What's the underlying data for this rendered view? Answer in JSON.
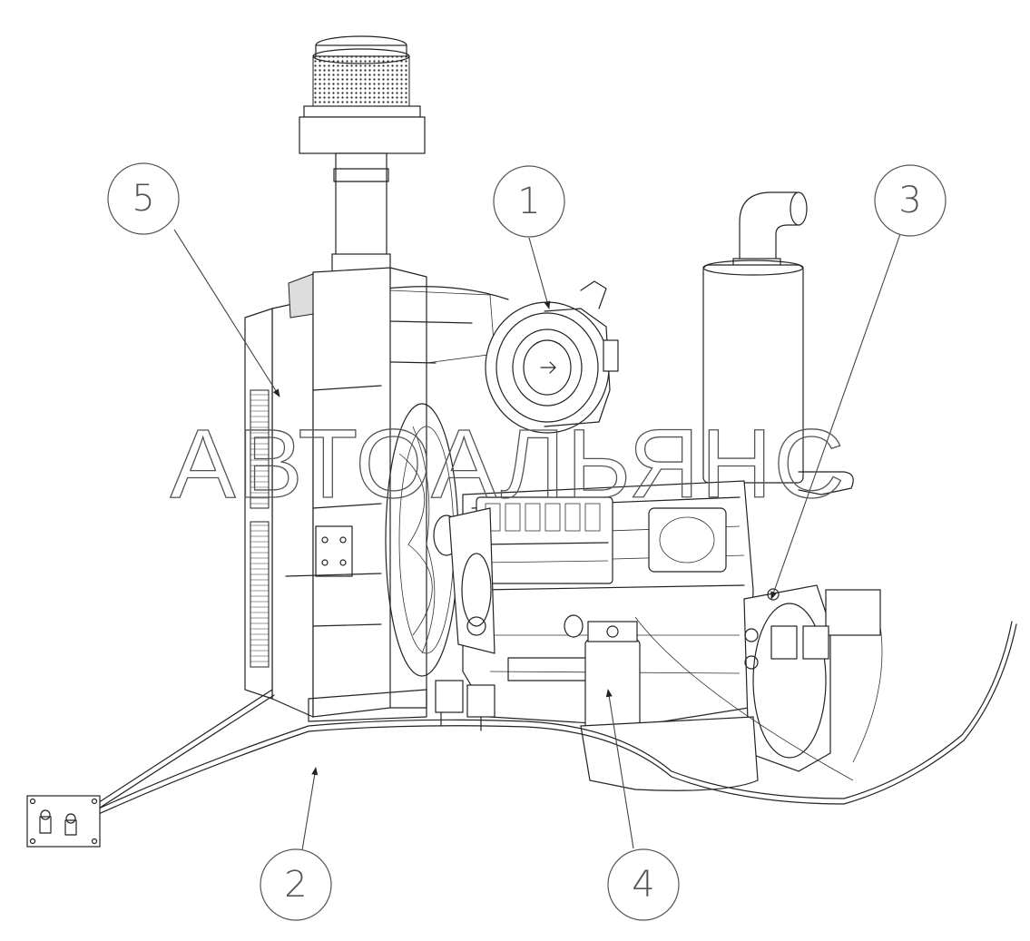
{
  "watermark": {
    "text": "АВТОАЛЬЯНС"
  },
  "callouts": [
    {
      "label": "1"
    },
    {
      "label": "2"
    },
    {
      "label": "3"
    },
    {
      "label": "4"
    },
    {
      "label": "5"
    }
  ],
  "colors": {
    "ink": "#222222",
    "callout_stroke": "#555555",
    "background": "#ffffff"
  }
}
